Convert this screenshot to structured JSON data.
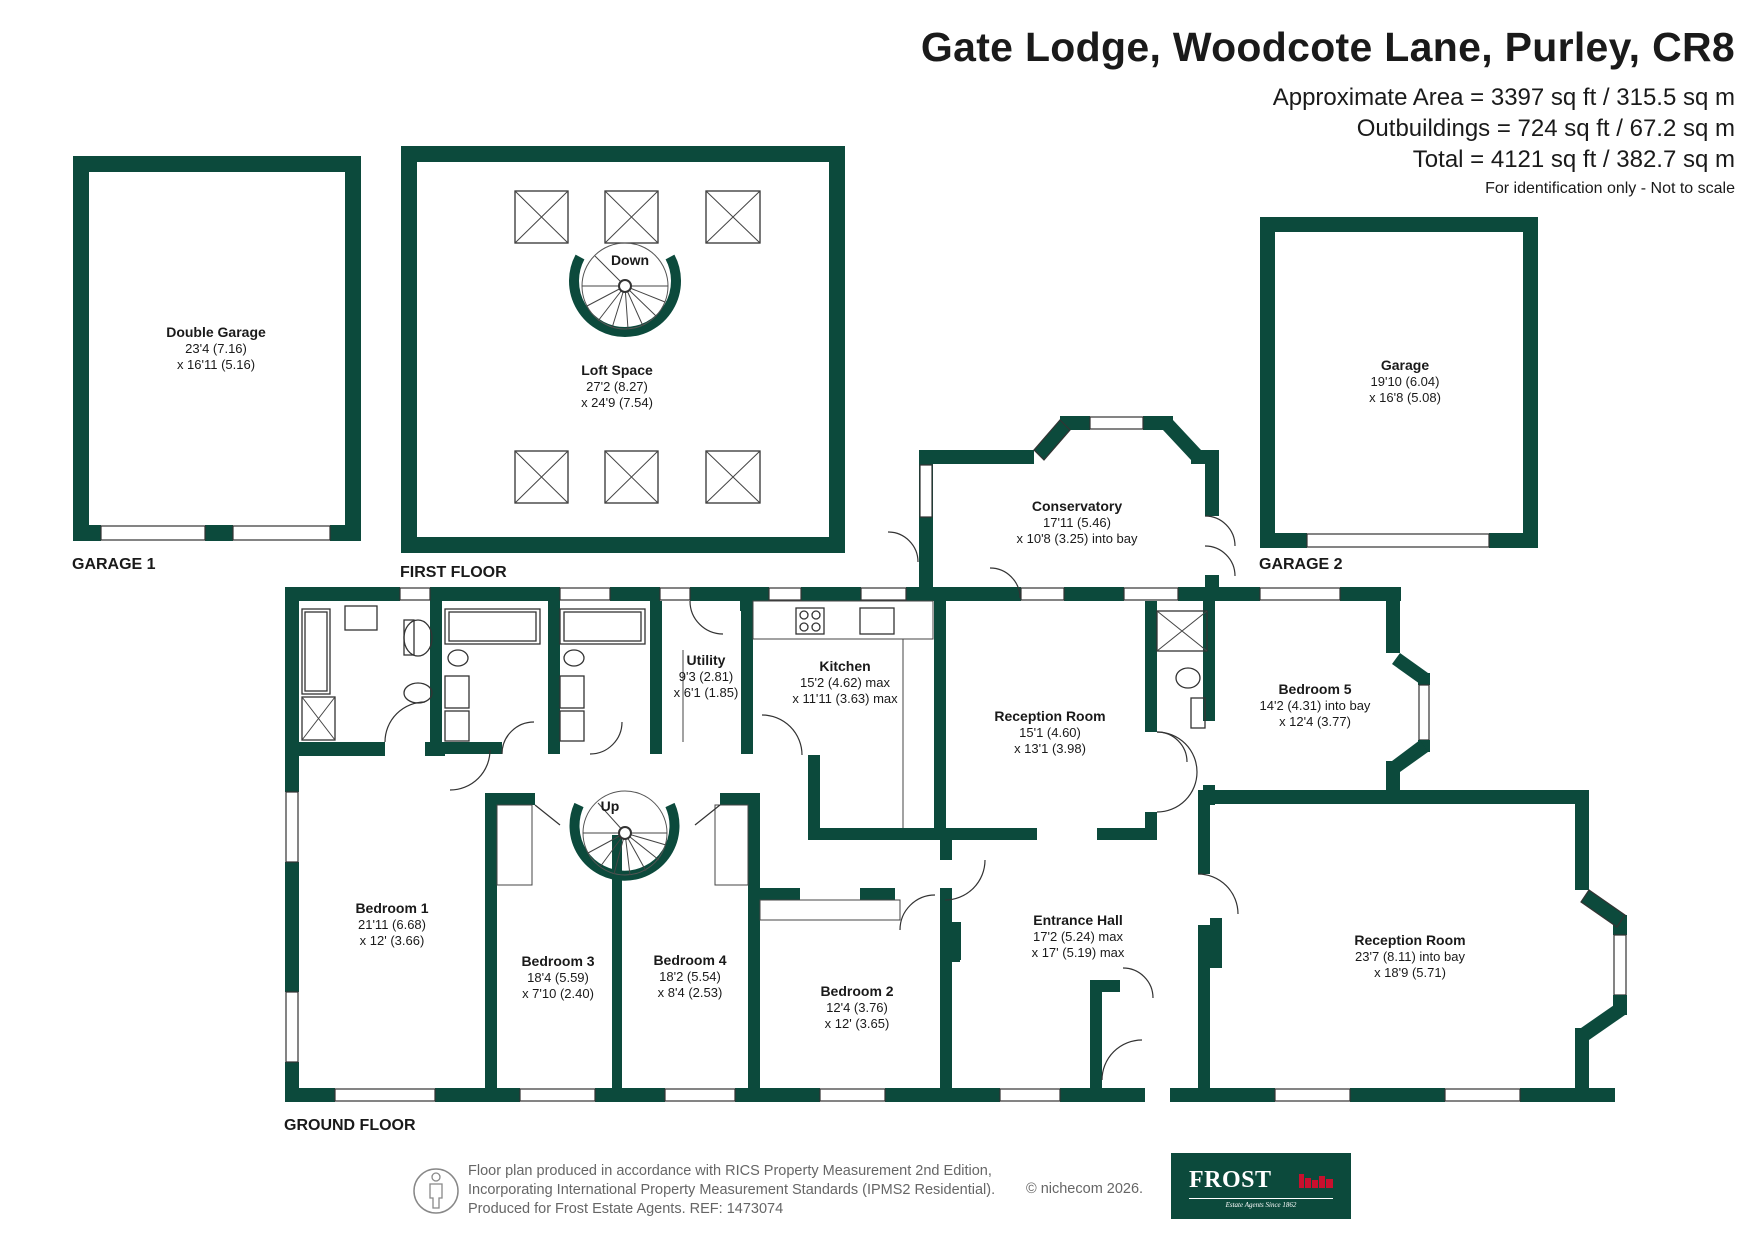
{
  "header": {
    "title": "Gate Lodge, Woodcote Lane, Purley, CR8",
    "area_approx": "Approximate Area = 3397 sq ft / 315.5 sq m",
    "area_outbuildings": "Outbuildings = 724 sq ft / 67.2 sq m",
    "area_total": "Total = 4121 sq ft / 382.7 sq m",
    "note": "For identification only - Not to scale"
  },
  "floor_labels": {
    "garage1": "GARAGE 1",
    "first_floor": "FIRST FLOOR",
    "garage2": "GARAGE 2",
    "ground_floor": "GROUND FLOOR"
  },
  "stair_labels": {
    "down": "Down",
    "up": "Up"
  },
  "rooms": {
    "double_garage": {
      "name": "Double Garage",
      "dim1": "23'4 (7.16)",
      "dim2": "x 16'11 (5.16)"
    },
    "loft_space": {
      "name": "Loft Space",
      "dim1": "27'2 (8.27)",
      "dim2": "x 24'9 (7.54)"
    },
    "garage": {
      "name": "Garage",
      "dim1": "19'10 (6.04)",
      "dim2": "x 16'8 (5.08)"
    },
    "conservatory": {
      "name": "Conservatory",
      "dim1": "17'11 (5.46)",
      "dim2": "x 10'8 (3.25) into bay"
    },
    "utility": {
      "name": "Utility",
      "dim1": "9'3 (2.81)",
      "dim2": "x 6'1 (1.85)"
    },
    "kitchen": {
      "name": "Kitchen",
      "dim1": "15'2 (4.62) max",
      "dim2": "x 11'11 (3.63) max"
    },
    "reception_room_1": {
      "name": "Reception Room",
      "dim1": "15'1 (4.60)",
      "dim2": "x 13'1 (3.98)"
    },
    "bedroom_5": {
      "name": "Bedroom 5",
      "dim1": "14'2 (4.31) into bay",
      "dim2": "x 12'4 (3.77)"
    },
    "bedroom_1": {
      "name": "Bedroom 1",
      "dim1": "21'11 (6.68)",
      "dim2": "x 12' (3.66)"
    },
    "bedroom_3": {
      "name": "Bedroom 3",
      "dim1": "18'4 (5.59)",
      "dim2": "x 7'10 (2.40)"
    },
    "bedroom_4": {
      "name": "Bedroom 4",
      "dim1": "18'2 (5.54)",
      "dim2": "x 8'4 (2.53)"
    },
    "bedroom_2": {
      "name": "Bedroom 2",
      "dim1": "12'4 (3.76)",
      "dim2": "x 12' (3.65)"
    },
    "entrance_hall": {
      "name": "Entrance Hall",
      "dim1": "17'2 (5.24) max",
      "dim2": "x 17' (5.19) max"
    },
    "reception_room_2": {
      "name": "Reception Room",
      "dim1": "23'7 (8.11) into bay",
      "dim2": "x 18'9 (5.71)"
    }
  },
  "footer": {
    "line1": "Floor plan produced in accordance with RICS Property Measurement 2nd Edition,",
    "line2": "Incorporating International Property Measurement Standards (IPMS2 Residential).",
    "line3": "Produced for Frost Estate Agents.   REF:  1473074",
    "credit": "© nichecom 2026."
  },
  "logo": {
    "name": "FROST",
    "tagline": "Estate Agents Since 1862"
  },
  "colors": {
    "wall": "#0c4a3c",
    "logo_bg": "#0c4a3c",
    "logo_accent": "#c8102e",
    "text": "#1a1a1a",
    "footer_text": "#666666"
  },
  "icons": [
    "person-icon",
    "frost-logo"
  ]
}
